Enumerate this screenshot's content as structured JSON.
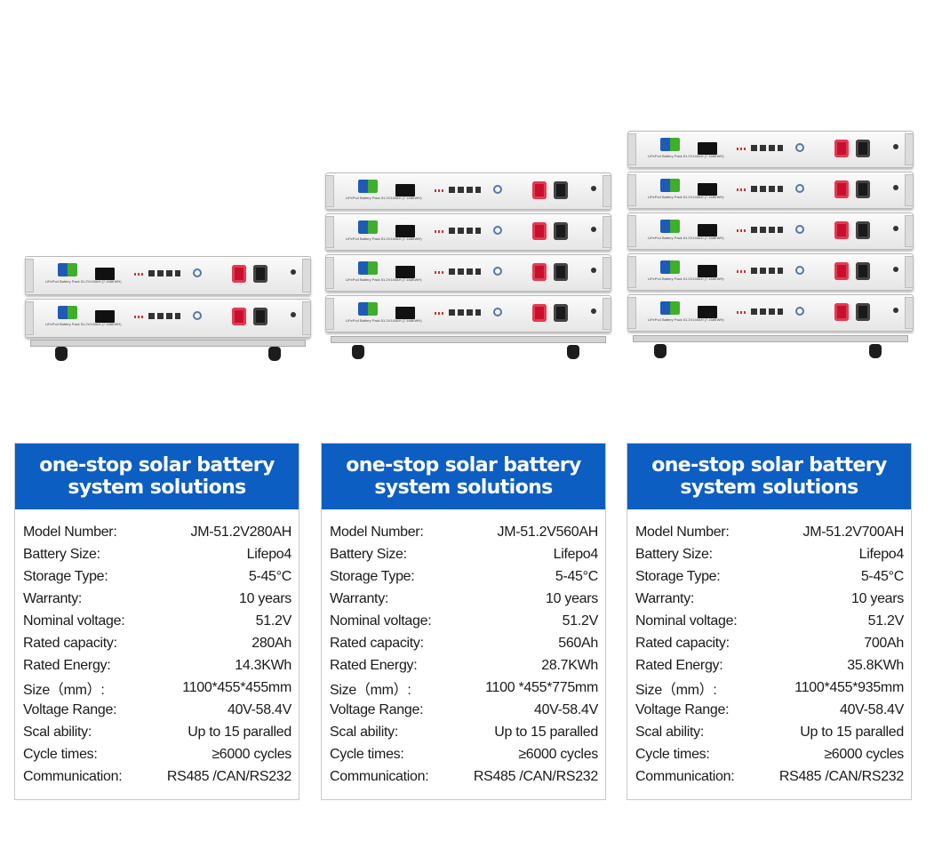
{
  "products": [
    {
      "pack_label": "LiFePo4 Battery Pack 51.2V140AH (7.168KWH)",
      "header_line1": "one-stop solar battery",
      "header_line2": "system solutions",
      "specs": [
        {
          "label": "Model Number:",
          "value": "JM-51.2V280AH"
        },
        {
          "label": "Battery Size:",
          "value": "Lifepo4"
        },
        {
          "label": "Storage Type:",
          "value": "5-45°C"
        },
        {
          "label": "Warranty:",
          "value": "10 years"
        },
        {
          "label": "Nominal voltage:",
          "value": "51.2V"
        },
        {
          "label": "Rated capacity:",
          "value": "280Ah"
        },
        {
          "label": "Rated Energy:",
          "value": "14.3KWh"
        },
        {
          "label": "Size（mm）:",
          "value": "1100*455*455mm"
        },
        {
          "label": "Voltage Range:",
          "value": "40V-58.4V"
        },
        {
          "label": "Scal ability:",
          "value": "Up to 15 paralled"
        },
        {
          "label": "Cycle times:",
          "value": "≥6000 cycles"
        },
        {
          "label": "Communication:",
          "value": "RS485 /CAN/RS232"
        }
      ]
    },
    {
      "pack_label": "LiFePo4 Battery Pack 51.2V140AH (7.168KWH)",
      "header_line1": "one-stop solar battery",
      "header_line2": "system solutions",
      "specs": [
        {
          "label": "Model Number:",
          "value": "JM-51.2V560AH"
        },
        {
          "label": "Battery Size:",
          "value": "Lifepo4"
        },
        {
          "label": "Storage Type:",
          "value": "5-45°C"
        },
        {
          "label": "Warranty:",
          "value": "10 years"
        },
        {
          "label": "Nominal voltage:",
          "value": "51.2V"
        },
        {
          "label": "Rated capacity:",
          "value": "560Ah"
        },
        {
          "label": "Rated Energy:",
          "value": "28.7KWh"
        },
        {
          "label": "Size（mm）:",
          "value": "1100 *455*775mm"
        },
        {
          "label": "Voltage Range:",
          "value": "40V-58.4V"
        },
        {
          "label": "Scal ability:",
          "value": "Up to 15 paralled"
        },
        {
          "label": "Cycle times:",
          "value": "≥6000 cycles"
        },
        {
          "label": "Communication:",
          "value": "RS485 /CAN/RS232"
        }
      ]
    },
    {
      "pack_label": "LiFePo4 Battery Pack 51.2V140AH (7.168KWH)",
      "header_line1": "one-stop solar battery",
      "header_line2": "system solutions",
      "specs": [
        {
          "label": "Model Number:",
          "value": "JM-51.2V700AH"
        },
        {
          "label": "Battery Size:",
          "value": "Lifepo4"
        },
        {
          "label": "Storage Type:",
          "value": "5-45°C"
        },
        {
          "label": "Warranty:",
          "value": "10 years"
        },
        {
          "label": "Nominal voltage:",
          "value": "51.2V"
        },
        {
          "label": "Rated capacity:",
          "value": "700Ah"
        },
        {
          "label": "Rated Energy:",
          "value": "35.8KWh"
        },
        {
          "label": "Size（mm）:",
          "value": "1100*455*935mm"
        },
        {
          "label": "Voltage Range:",
          "value": "40V-58.4V"
        },
        {
          "label": "Scal ability:",
          "value": "Up to 15 paralled"
        },
        {
          "label": "Cycle times:",
          "value": "≥6000 cycles"
        },
        {
          "label": "Communication:",
          "value": "RS485 /CAN/RS232"
        }
      ]
    }
  ],
  "colors": {
    "header_blue": "#0c5ec2",
    "terminal_red": "#c8102e"
  }
}
